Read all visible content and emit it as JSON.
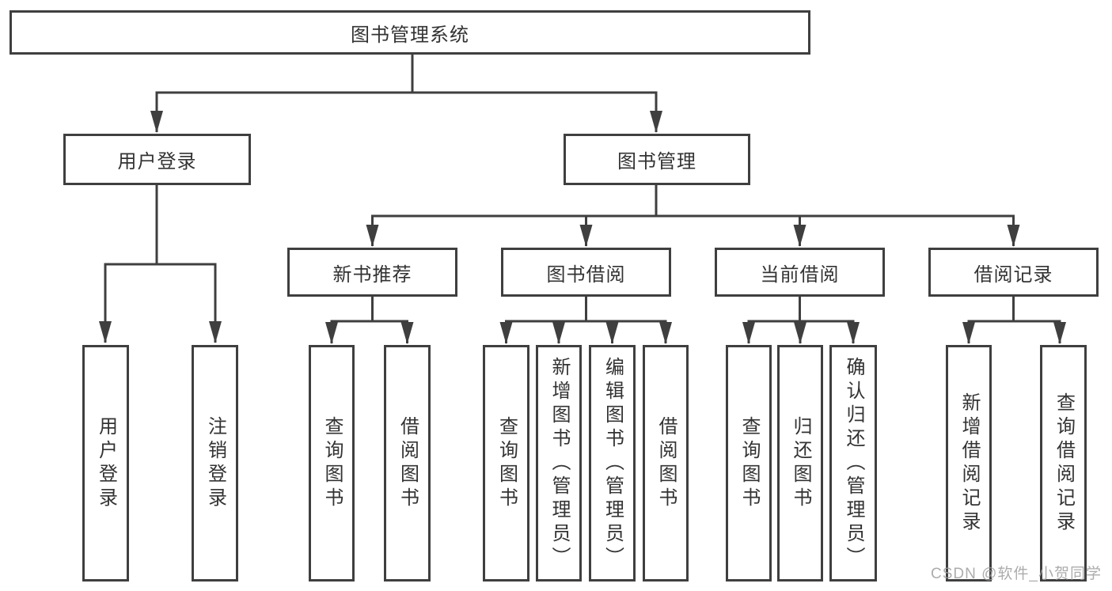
{
  "diagram": {
    "root": "图书管理系统",
    "login": {
      "label": "用户登录",
      "children": [
        "用户登录",
        "注销登录"
      ]
    },
    "management": {
      "label": "图书管理",
      "groups": [
        {
          "label": "新书推荐",
          "children": [
            "查询图书",
            "借阅图书"
          ]
        },
        {
          "label": "图书借阅",
          "children": [
            "查询图书",
            "新增图书（管理员）",
            "编辑图书（管理员）",
            "借阅图书"
          ]
        },
        {
          "label": "当前借阅",
          "children": [
            "查询图书",
            "归还图书",
            "确认归还（管理员）"
          ]
        },
        {
          "label": "借阅记录",
          "children": [
            "新增借阅记录",
            "查询借阅记录"
          ]
        }
      ]
    }
  },
  "watermark": "CSDN @软件_小贺同学",
  "colors": {
    "line": "#3f3f3f",
    "text": "#333333",
    "background": "#ffffff",
    "watermark": "#9e9e9e"
  }
}
